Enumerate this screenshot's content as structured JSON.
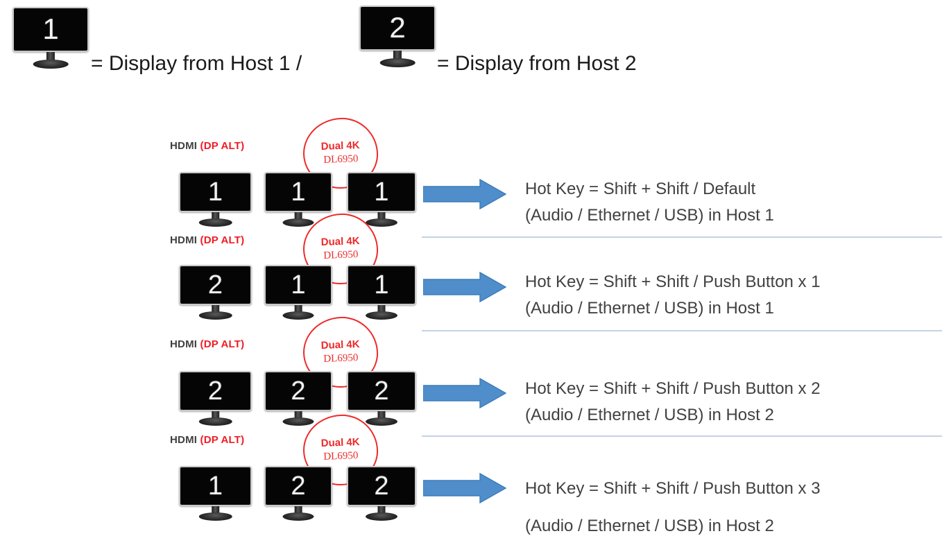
{
  "legend": {
    "items": [
      {
        "monitor_number": "1",
        "text": "= Display from Host 1 /"
      },
      {
        "monitor_number": "2",
        "text": "= Display from Host 2"
      }
    ]
  },
  "diagram": {
    "port_label": {
      "primary": "HDMI ",
      "secondary": "(DP ALT)"
    },
    "annotation": {
      "line1": "Dual 4K",
      "line2": "DL6950"
    },
    "colors": {
      "annotation_red": "#ee2a2a",
      "dpalt_red": "#ee1c25",
      "arrow_blue": "#4f8ecb",
      "arrow_blue_dark": "#3d7cb8",
      "divider_blue": "#c3d3e4",
      "screen_black": "#050505"
    },
    "rows": [
      {
        "port_label_primary": "HDMI ",
        "port_label_secondary": "(DP ALT)",
        "annotation_line1": "Dual 4K",
        "annotation_line2": "DL6950",
        "monitors": [
          "1",
          "1",
          "1"
        ],
        "description_line1": "Hot Key = Shift + Shift / Default",
        "description_line2": "(Audio / Ethernet / USB) in Host 1"
      },
      {
        "port_label_primary": "HDMI ",
        "port_label_secondary": "(DP ALT)",
        "annotation_line1": "Dual 4K",
        "annotation_line2": "DL6950",
        "monitors": [
          "2",
          "1",
          "1"
        ],
        "description_line1": "Hot Key = Shift + Shift / Push Button x 1",
        "description_line2": "(Audio / Ethernet / USB) in Host 1"
      },
      {
        "port_label_primary": "HDMI ",
        "port_label_secondary": "(DP ALT)",
        "annotation_line1": "Dual 4K",
        "annotation_line2": "DL6950",
        "monitors": [
          "2",
          "2",
          "2"
        ],
        "description_line1": "Hot Key = Shift + Shift / Push Button x 2",
        "description_line2": "(Audio / Ethernet / USB) in Host 2"
      },
      {
        "port_label_primary": "HDMI ",
        "port_label_secondary": "(DP ALT)",
        "annotation_line1": "Dual 4K",
        "annotation_line2": "DL6950",
        "monitors": [
          "1",
          "2",
          "2"
        ],
        "description_line1": "Hot Key = Shift + Shift / Push Button x 3",
        "description_line2": "(Audio / Ethernet / USB) in Host 2"
      }
    ]
  }
}
